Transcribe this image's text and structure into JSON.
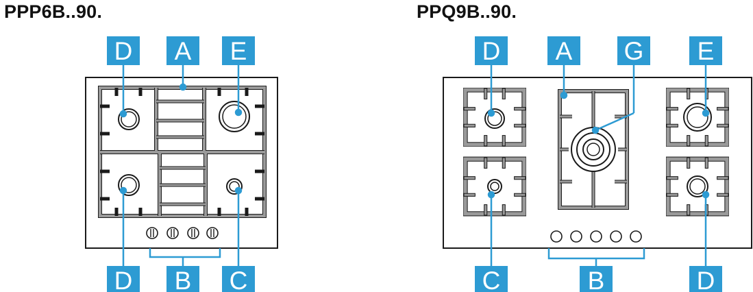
{
  "models": [
    {
      "title": "PPP6B..90."
    },
    {
      "title": "PPQ9B..90."
    }
  ],
  "labels": {
    "A": "A",
    "B": "B",
    "C": "C",
    "D": "D",
    "E": "E",
    "G": "G"
  },
  "colors": {
    "accent": "#2d9bd3",
    "grate": "#9a9a9a",
    "outline": "#1a1a1a"
  }
}
